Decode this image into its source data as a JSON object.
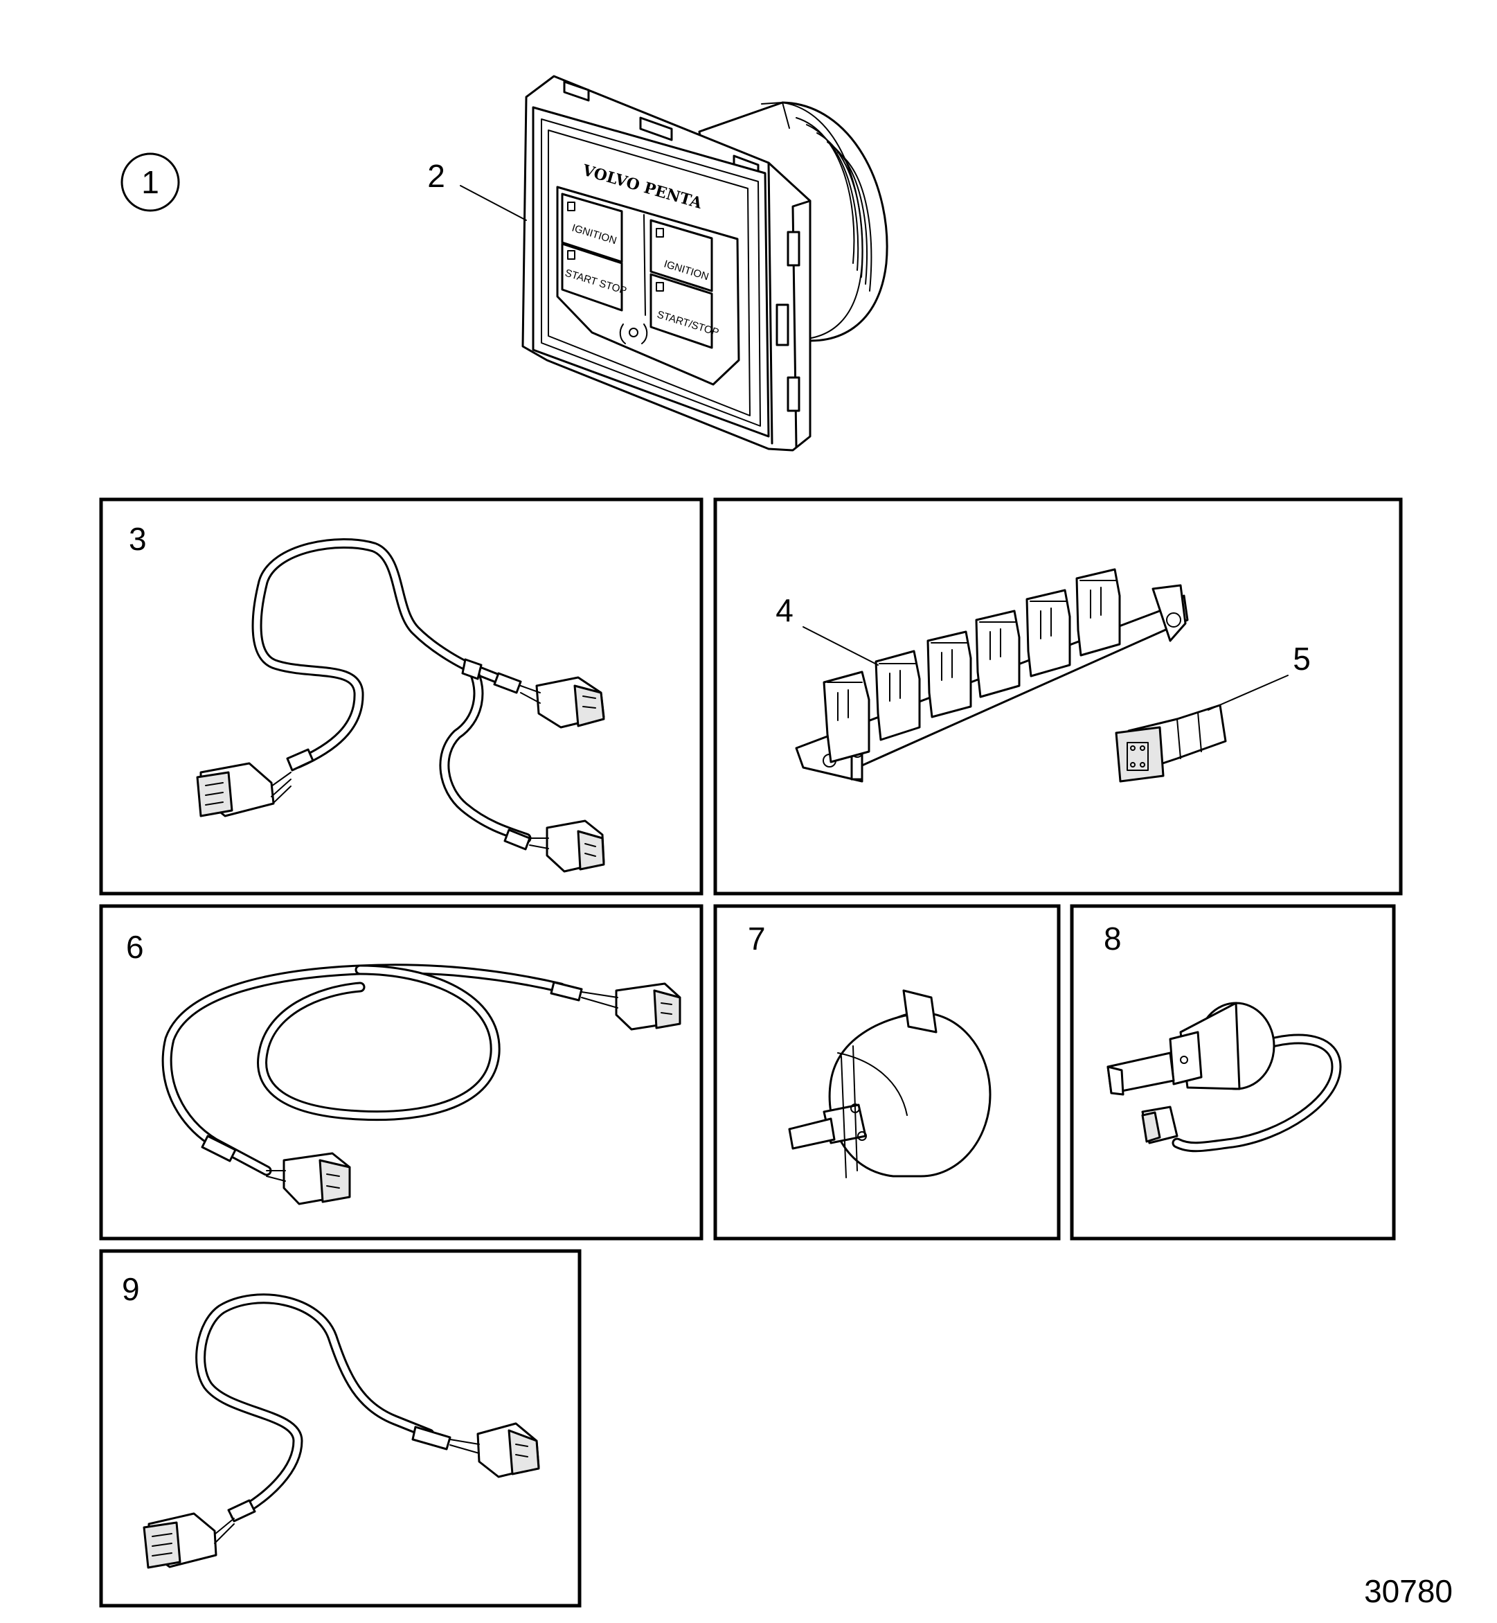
{
  "item_labels": {
    "n1": "1",
    "n2": "2",
    "n3": "3",
    "n4": "4",
    "n5": "5",
    "n6": "6",
    "n7": "7",
    "n8": "8",
    "n9": "9"
  },
  "panel": {
    "brand": "VOLVO PENTA",
    "left_top_button": "IGNITION",
    "left_bottom_button": "START STOP",
    "right_top_button": "IGNITION",
    "right_bottom_button": "START/STOP"
  },
  "figure_number": "30780"
}
